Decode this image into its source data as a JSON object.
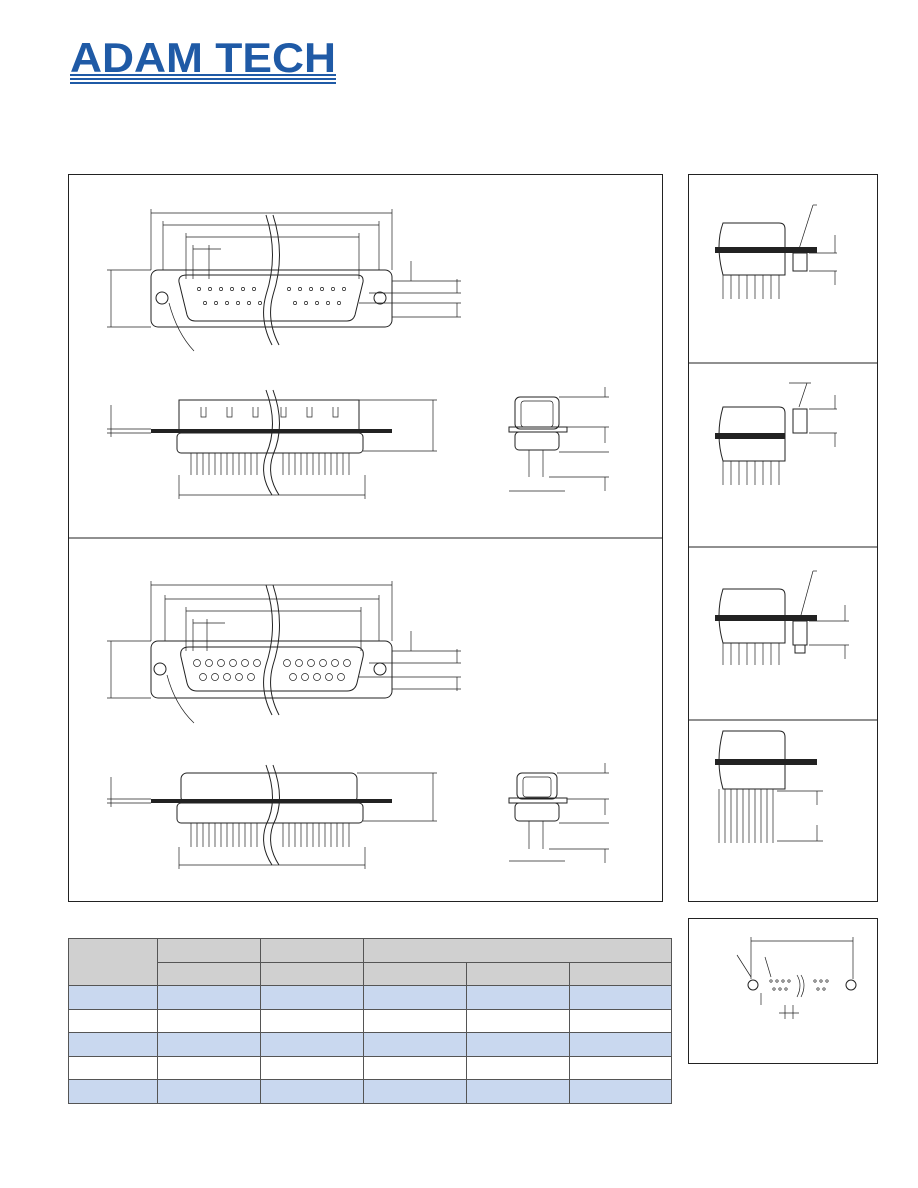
{
  "brand": {
    "name": "ADAM TECH",
    "color": "#1f5aa6"
  },
  "colors": {
    "row_tint": "#c9d8ef",
    "header_gray": "#d0d0d0",
    "line": "#222222"
  },
  "drawings": {
    "views": [
      "male-front-view",
      "male-side-view",
      "male-end-view",
      "female-front-view",
      "female-side-view",
      "female-end-view"
    ],
    "mounting_options": [
      "option-a",
      "option-b",
      "option-c",
      "option-d"
    ],
    "pcb_layout": "pcb-hole-layout"
  },
  "table": {
    "columns": 6,
    "rows": 5
  }
}
